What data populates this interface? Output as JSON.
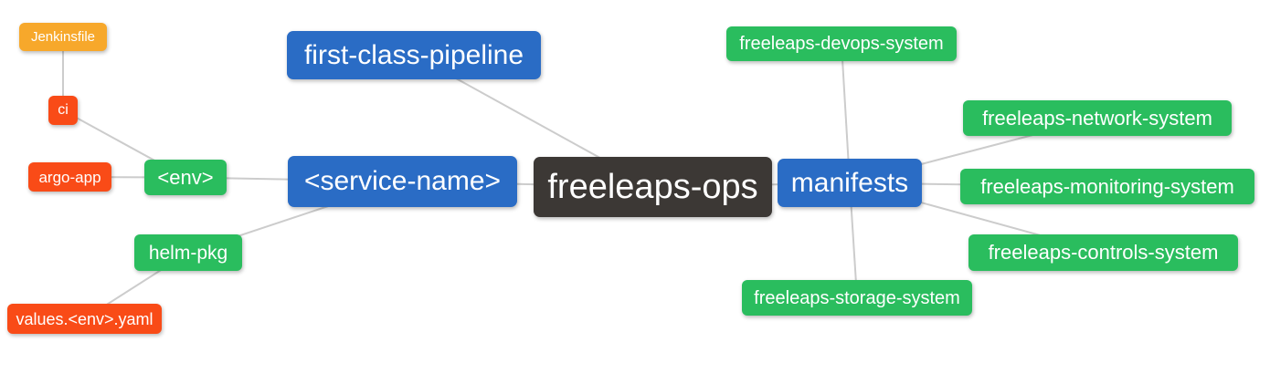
{
  "diagram": {
    "type": "mindmap",
    "root_id": "freeleaps-ops",
    "nodes": [
      {
        "id": "freeleaps-ops",
        "label": "freeleaps-ops",
        "color": "dark"
      },
      {
        "id": "first-class-pipeline",
        "label": "first-class-pipeline",
        "color": "blue"
      },
      {
        "id": "service-name",
        "label": "<service-name>",
        "color": "blue"
      },
      {
        "id": "manifests",
        "label": "manifests",
        "color": "blue"
      },
      {
        "id": "env",
        "label": "<env>",
        "color": "green"
      },
      {
        "id": "helm-pkg",
        "label": "helm-pkg",
        "color": "green"
      },
      {
        "id": "ci",
        "label": "ci",
        "color": "red"
      },
      {
        "id": "argo-app",
        "label": "argo-app",
        "color": "red"
      },
      {
        "id": "values-env-yaml",
        "label": "values.<env>.yaml",
        "color": "red"
      },
      {
        "id": "jenkinsfile",
        "label": "Jenkinsfile",
        "color": "orange"
      },
      {
        "id": "devops-system",
        "label": "freeleaps-devops-system",
        "color": "green"
      },
      {
        "id": "network-system",
        "label": "freeleaps-network-system",
        "color": "green"
      },
      {
        "id": "monitoring-system",
        "label": "freeleaps-monitoring-system",
        "color": "green"
      },
      {
        "id": "controls-system",
        "label": "freeleaps-controls-system",
        "color": "green"
      },
      {
        "id": "storage-system",
        "label": "freeleaps-storage-system",
        "color": "green"
      }
    ],
    "edges": [
      [
        "jenkinsfile",
        "ci"
      ],
      [
        "ci",
        "env"
      ],
      [
        "argo-app",
        "env"
      ],
      [
        "env",
        "service-name"
      ],
      [
        "helm-pkg",
        "service-name"
      ],
      [
        "values-env-yaml",
        "helm-pkg"
      ],
      [
        "first-class-pipeline",
        "freeleaps-ops"
      ],
      [
        "service-name",
        "freeleaps-ops"
      ],
      [
        "freeleaps-ops",
        "manifests"
      ],
      [
        "manifests",
        "devops-system"
      ],
      [
        "manifests",
        "network-system"
      ],
      [
        "manifests",
        "monitoring-system"
      ],
      [
        "manifests",
        "controls-system"
      ],
      [
        "manifests",
        "storage-system"
      ]
    ]
  },
  "colors": {
    "blue": "#2a6cc5",
    "green": "#2abd5e",
    "red": "#f94b17",
    "orange": "#f7a82b",
    "dark": "#3c3835",
    "edge": "#cccccc",
    "text": "#ffffff",
    "background": "#ffffff"
  }
}
